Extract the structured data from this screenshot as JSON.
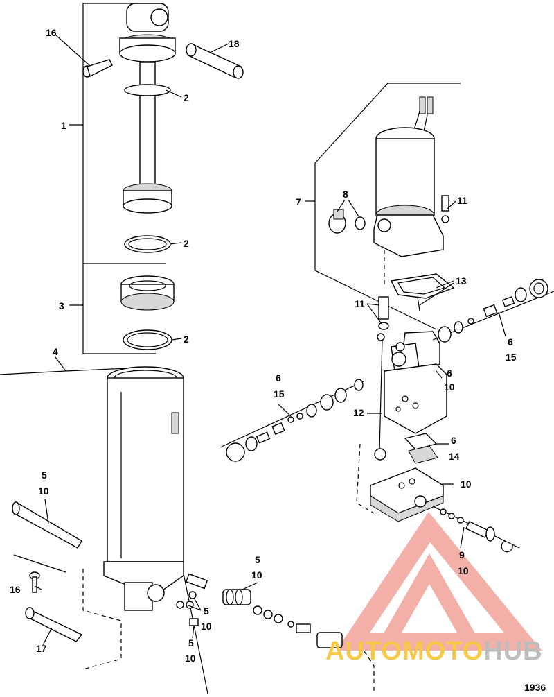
{
  "figure_number": "1936",
  "logo": {
    "part1": "AUTO",
    "part2": "MOTO",
    "part3": "HUB",
    "color_red": "#f2a39b",
    "color_yellow": "#f7c948",
    "color_grey": "#bdbdbd"
  },
  "callouts": {
    "c16_top": "16",
    "c18": "18",
    "c2_a": "2",
    "c1": "1",
    "c2_b": "2",
    "c3": "3",
    "c2_c": "2",
    "c4": "4",
    "c7": "7",
    "c8": "8",
    "c11_a": "11",
    "c13": "13",
    "c11_b": "11",
    "c6_a": "6",
    "c15_a": "15",
    "c6_b": "6",
    "c10_a": "10",
    "c6_c": "6",
    "c15_b": "15",
    "c12": "12",
    "c6_d": "6",
    "c14": "14",
    "c10_b": "10",
    "c5_a": "5",
    "c10_c": "10",
    "c9": "9",
    "c10_d": "10",
    "c5_b": "5",
    "c10_e": "10",
    "c16_bot": "16",
    "c5_c": "5",
    "c10_f": "10",
    "c5_d": "5",
    "c10_g": "10",
    "c17": "17"
  }
}
